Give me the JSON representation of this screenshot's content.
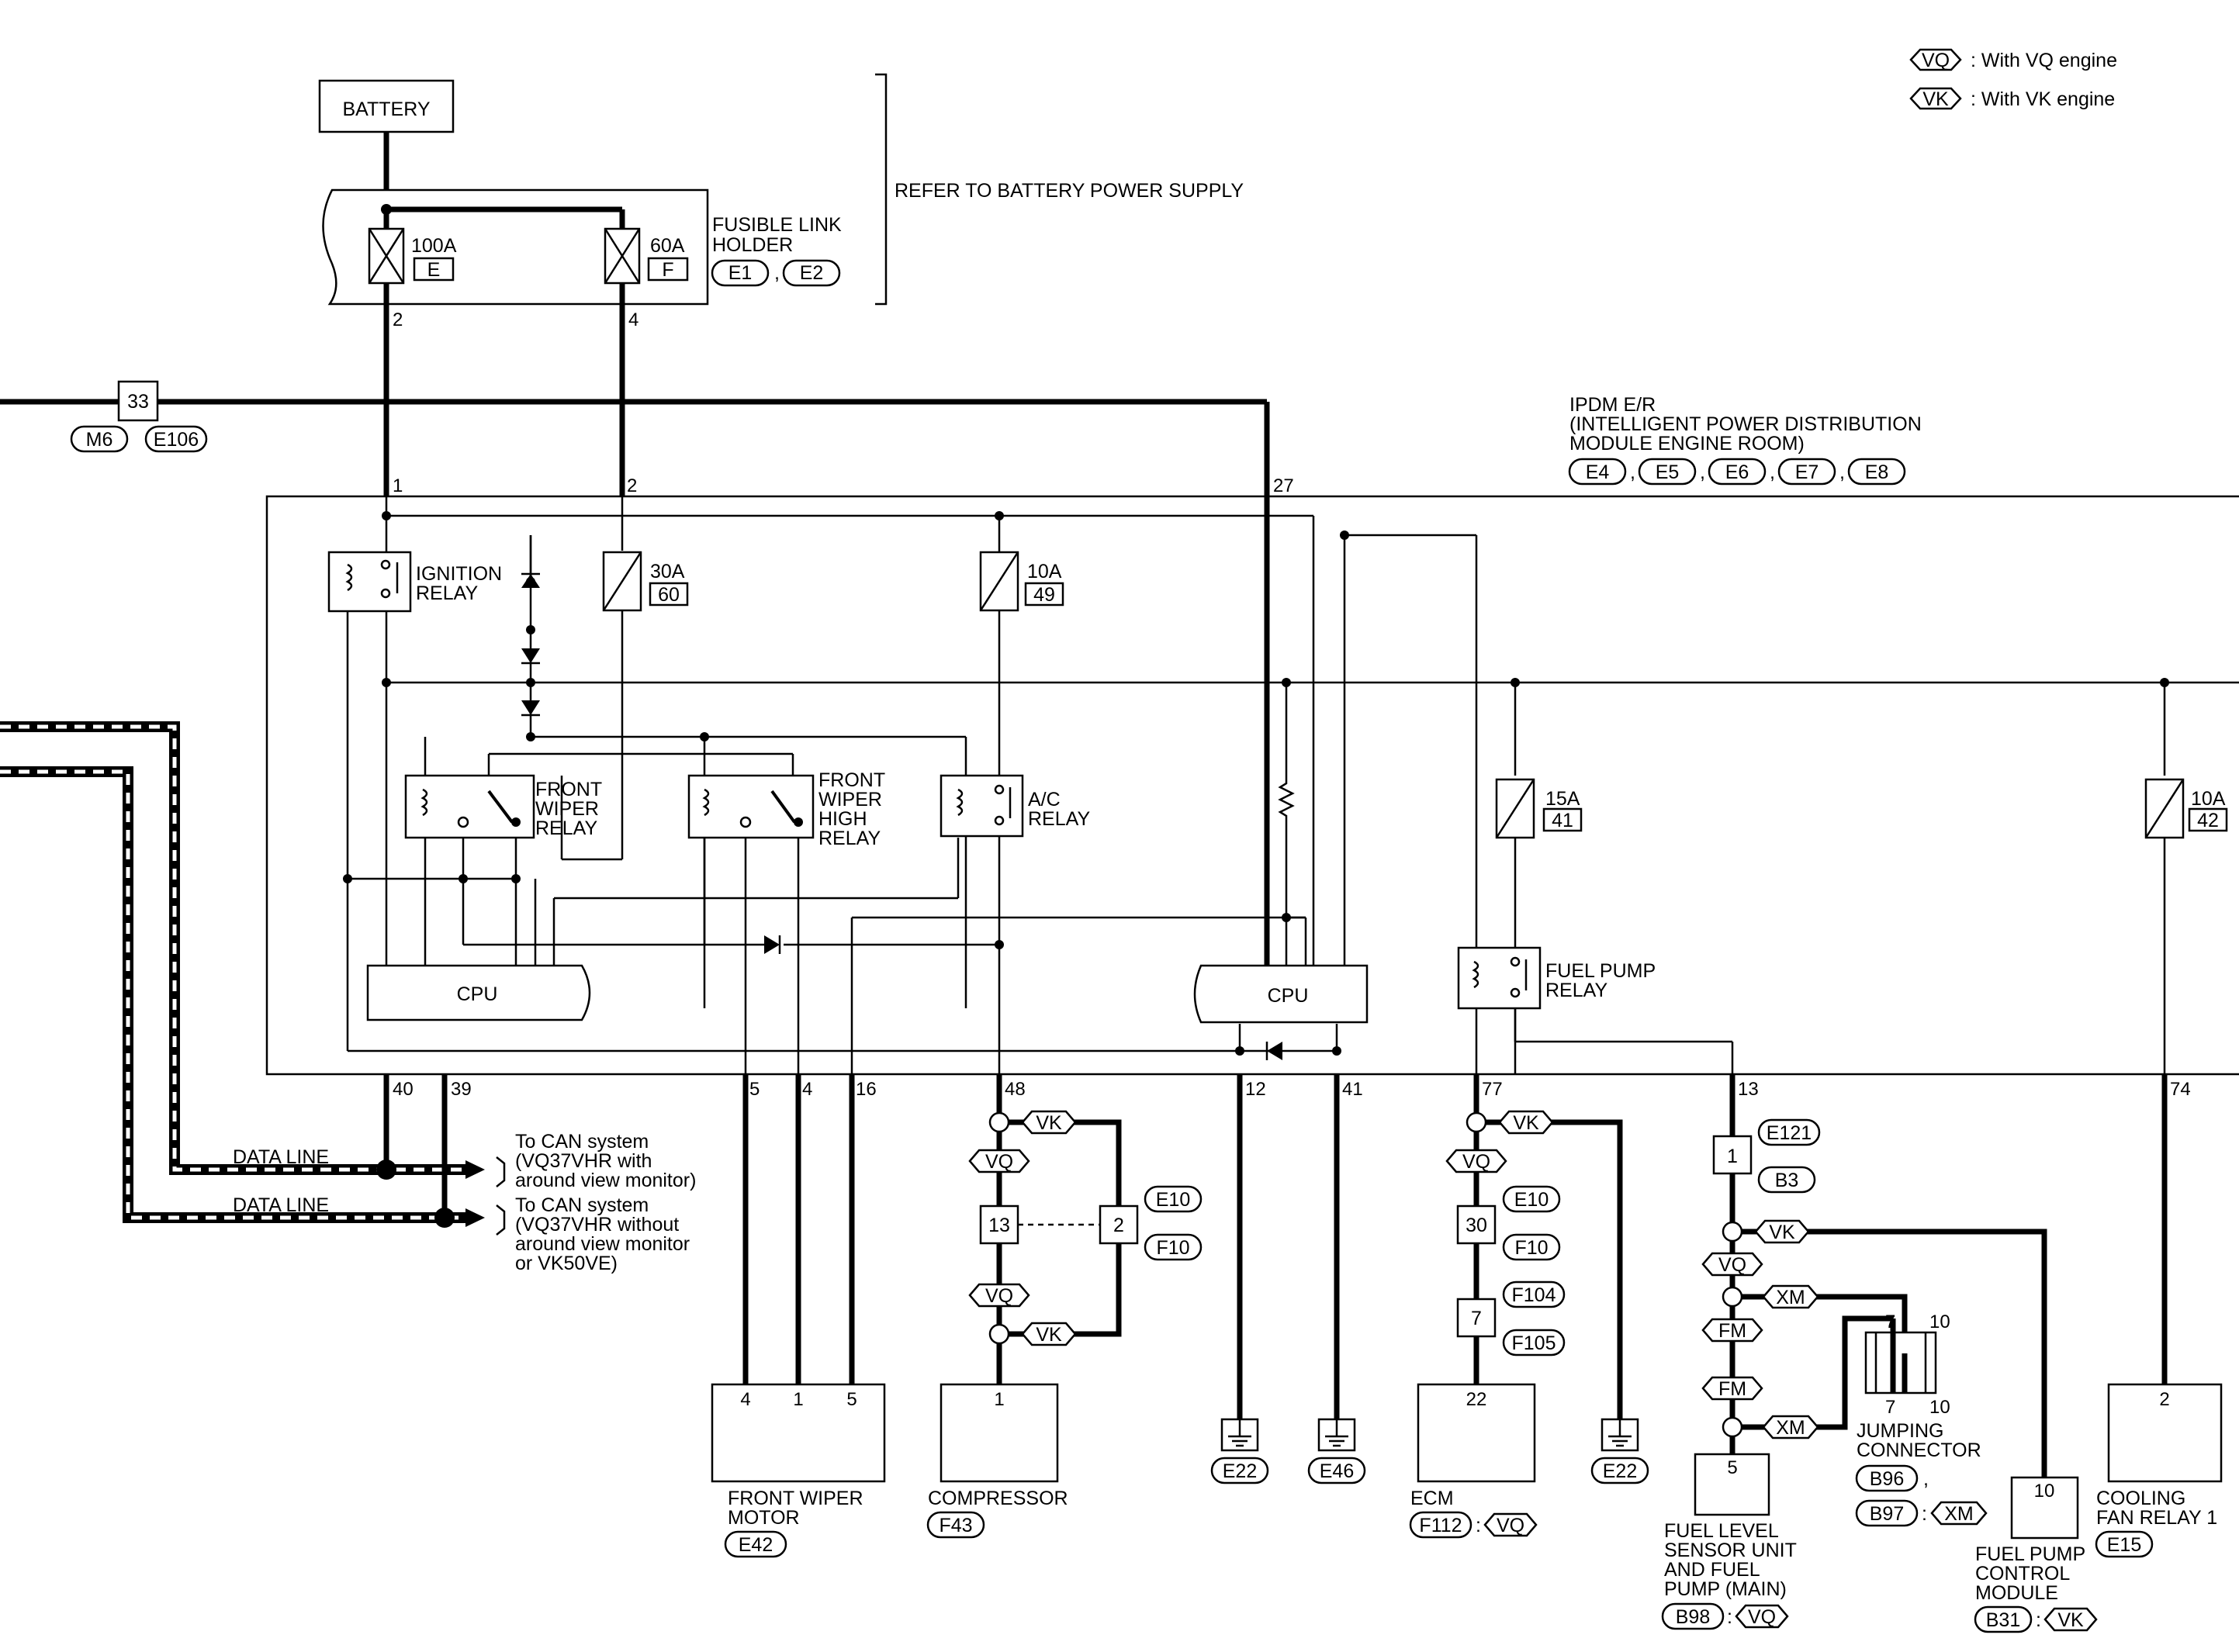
{
  "legend": [
    {
      "code": "VQ",
      "text": ": With VQ engine"
    },
    {
      "code": "VK",
      "text": ": With VK engine"
    }
  ],
  "battery": "BATTERY",
  "refer_note": "REFER TO BATTERY POWER SUPPLY",
  "fusible_link": {
    "title_1": "FUSIBLE LINK",
    "title_2": "HOLDER",
    "connectors": [
      "E1",
      "E2"
    ],
    "fuse_a": {
      "rating": "100A",
      "id": "E"
    },
    "fuse_b": {
      "rating": "60A",
      "id": "F"
    }
  },
  "ipdm": {
    "title_1": "IPDM E/R",
    "title_2": "(INTELLIGENT POWER DISTRIBUTION",
    "title_3": " MODULE ENGINE ROOM)",
    "connectors": [
      "E4",
      "E5",
      "E6",
      "E7",
      "E8"
    ]
  },
  "joint": {
    "pin": "33",
    "connectors": [
      "M6",
      "E106"
    ]
  },
  "relays": {
    "ignition_1": "IGNITION",
    "ignition_2": "RELAY",
    "fw_1": "FRONT",
    "fw_2": "WIPER",
    "fw_3": "RELAY",
    "fwh_1": "FRONT",
    "fwh_2": "WIPER",
    "fwh_3": "HIGH",
    "fwh_4": "RELAY",
    "ac_1": "A/C",
    "ac_2": "RELAY",
    "fp_1": "FUEL PUMP",
    "fp_2": "RELAY"
  },
  "fuses": [
    {
      "rating": "30A",
      "id": "60"
    },
    {
      "rating": "10A",
      "id": "49"
    },
    {
      "rating": "15A",
      "id": "41"
    },
    {
      "rating": "10A",
      "id": "42"
    }
  ],
  "cpu": "CPU",
  "pins": {
    "p2": "2",
    "p4": "4",
    "p1": "1",
    "p2b": "2",
    "p27": "27",
    "p40": "40",
    "p39": "39",
    "p5": "5",
    "p4b": "4",
    "p16": "16",
    "p48": "48",
    "p12": "12",
    "p41": "41",
    "p77": "77",
    "p13": "13",
    "p74": "74"
  },
  "data_line": "DATA LINE",
  "can_1": [
    "To CAN system",
    "(VQ37VHR with",
    "around view monitor)"
  ],
  "can_2": [
    "To CAN system",
    "(VQ37VHR without",
    "around view monitor",
    "or VK50VE)"
  ],
  "variants": {
    "vq": "VQ",
    "vk": "VK",
    "xm": "XM",
    "fm": "FM"
  },
  "compressor_branch": {
    "pin_13": "13",
    "pin_2": "2",
    "conn_e10": "E10",
    "conn_f10": "F10"
  },
  "ecm_branch": {
    "pin_30": "30",
    "pin_7": "7",
    "conn_e10": "E10",
    "conn_f10": "F10",
    "conn_f104": "F104",
    "conn_f105": "F105"
  },
  "fuel_branch": {
    "pin_1": "1",
    "conn_e121": "E121",
    "conn_b3": "B3"
  },
  "jumping": {
    "pins": [
      "7",
      "10",
      "7",
      "10"
    ],
    "title_1": "JUMPING",
    "title_2": "CONNECTOR",
    "conn_1": "B96",
    "conn_2": "B97",
    "variant": "XM"
  },
  "components": {
    "wiper_motor": {
      "pins": [
        "4",
        "1",
        "5"
      ],
      "name_1": "FRONT WIPER",
      "name_2": "MOTOR",
      "conn": "E42"
    },
    "compressor": {
      "pin": "1",
      "name": "COMPRESSOR",
      "conn": "F43"
    },
    "ecm": {
      "pin": "22",
      "name": "ECM",
      "conn": "F112",
      "variant": "VQ"
    },
    "fuel_level": {
      "pin": "5",
      "name_1": "FUEL LEVEL",
      "name_2": "SENSOR UNIT",
      "name_3": "AND FUEL",
      "name_4": "PUMP (MAIN)",
      "conn": "B98",
      "variant": "VQ"
    },
    "fp_control": {
      "pin": "10",
      "name_1": "FUEL PUMP",
      "name_2": "CONTROL",
      "name_3": "MODULE",
      "conn": "B31",
      "variant": "VK"
    },
    "cooling_fan": {
      "pin": "2",
      "name_1": "COOLING",
      "name_2": "FAN RELAY 1",
      "conn": "E15"
    }
  },
  "grounds": [
    "E22",
    "E46",
    "E22"
  ]
}
